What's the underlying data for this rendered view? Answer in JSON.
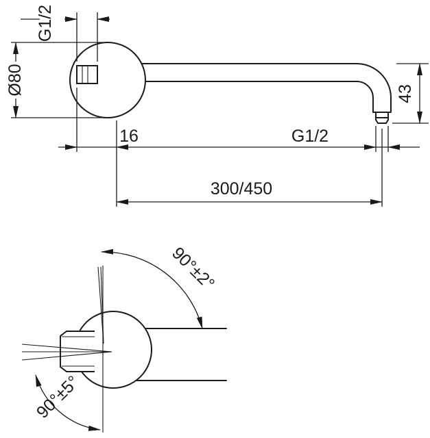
{
  "drawing": {
    "type": "technical-dimension-drawing",
    "subject": "wall-mounted shower arm",
    "colors": {
      "line": "#1a1a1a",
      "background": "#ffffff"
    },
    "top_view": {
      "dim_wall_thread": "G1/2",
      "dim_flange_diameter": "Ø80",
      "dim_flange_depth": "16",
      "dim_outlet_thread": "G1/2",
      "dim_outlet_height": "43",
      "dim_arm_length": "300/450"
    },
    "front_view": {
      "dim_angle_vertical": "90°±2°",
      "dim_angle_horizontal": "90°±5°"
    }
  }
}
